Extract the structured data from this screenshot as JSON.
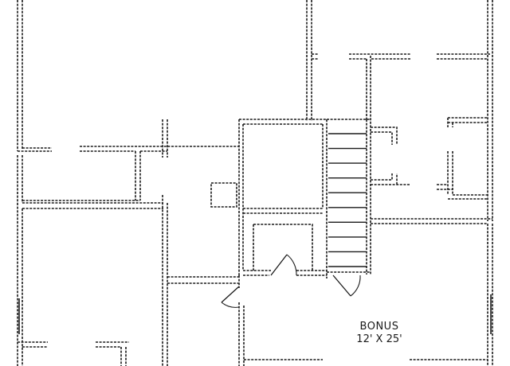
{
  "rooms": [
    {
      "label": "BONUS",
      "dimensions": "12' X 25'"
    }
  ],
  "stairs": {
    "tread_count": 10
  },
  "colors": {
    "line": "#1a1a1a",
    "background": "#ffffff"
  }
}
